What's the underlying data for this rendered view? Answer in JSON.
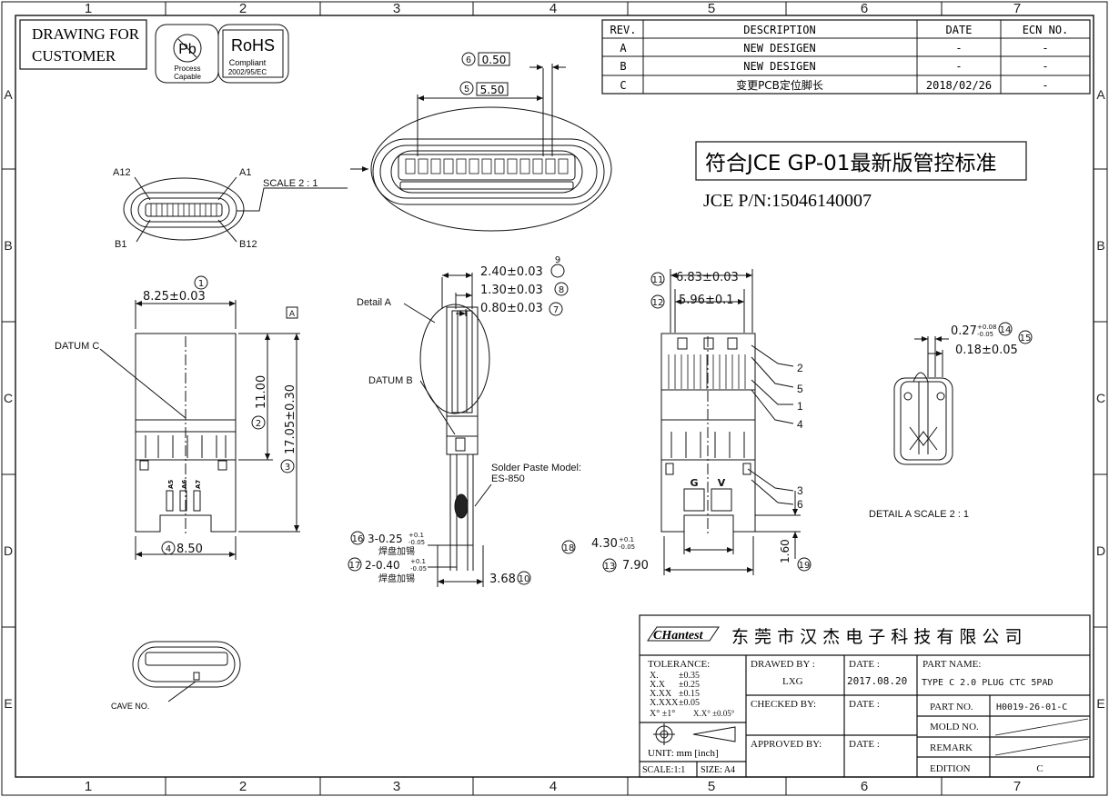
{
  "frame": {
    "cols_top": [
      "1",
      "2",
      "3",
      "4",
      "5",
      "6",
      "7"
    ],
    "cols_bottom": [
      "1",
      "2",
      "3",
      "4",
      "5",
      "6",
      "7"
    ],
    "rows": [
      "A",
      "B",
      "C",
      "D",
      "E"
    ]
  },
  "stamp": "DRAWING FOR\nCUSTOMER",
  "pb_logo": {
    "symbol": "Pb",
    "line1": "Process",
    "line2": "Capable"
  },
  "rohs_logo": {
    "title": "RoHS",
    "line1": "Compliant",
    "line2": "2002/95/EC"
  },
  "revision_table": {
    "headers": [
      "REV.",
      "DESCRIPTION",
      "DATE",
      "ECN NO."
    ],
    "rows": [
      [
        "A",
        "NEW DESIGEN",
        "-",
        "-"
      ],
      [
        "B",
        "NEW DESIGEN",
        "-",
        "-"
      ],
      [
        "C",
        "变更PCB定位脚长",
        "2018/02/26",
        "-"
      ]
    ]
  },
  "standard_note": "符合JCE GP-01最新版管控标准",
  "part_number_note": "JCE P/N:15046140007",
  "front_view": {
    "pin_labels": [
      "A12",
      "A1",
      "B1",
      "B12"
    ],
    "scale_label": "SCALE 2 : 1",
    "dim5": "5.50",
    "dim6": "0.50",
    "bubble5": "5",
    "bubble6": "6"
  },
  "top_view": {
    "datum_c": "DATUM C",
    "dim1": "8.25±0.03",
    "dim2": "11.00",
    "dim3": "17.05±0.30",
    "dim4": "8.50",
    "bubbles": [
      "1",
      "2",
      "3",
      "4"
    ],
    "datum_a": "A",
    "pin_marks": [
      "A5",
      "A6",
      "A7"
    ]
  },
  "side_view": {
    "detail_a": "Detail A",
    "datum_b": "DATUM B",
    "dim7": "0.80±0.03",
    "dim8": "1.30±0.03",
    "dim9": "2.40±0.03",
    "solder_paste_1": "Solder Paste Model:",
    "solder_paste_2": "ES-850",
    "dim10": "3.68",
    "dim16": "3-0.25",
    "dim16_tol_up": "+0.1",
    "dim16_tol_dn": "-0.05",
    "dim16_note": "焊盘加锡",
    "dim17": "2-0.40",
    "dim17_tol_up": "+0.1",
    "dim17_tol_dn": "-0.05",
    "dim17_note": "焊盘加锡",
    "bubbles": [
      "7",
      "8",
      "9",
      "10",
      "16",
      "17"
    ]
  },
  "bottom_view": {
    "dim11": "6.83±0.03",
    "dim12": "5.96±0.1",
    "dim13": "7.90",
    "dim18": "4.30",
    "dim18_tol_up": "+0.1",
    "dim18_tol_dn": "-0.05",
    "dim19": "1.60",
    "pad_g": "G",
    "pad_v": "V",
    "callouts": [
      "2",
      "5",
      "1",
      "4",
      "3",
      "6"
    ],
    "bubbles": [
      "11",
      "12",
      "13",
      "18",
      "19"
    ]
  },
  "detail_view": {
    "dim14": "0.27",
    "dim14_tol_up": "+0.08",
    "dim14_tol_dn": "-0.05",
    "dim15": "0.18±0.05",
    "label": "DETAIL A   SCALE 2 : 1",
    "bubbles": [
      "14",
      "15"
    ]
  },
  "cave_label": "CAVE NO.",
  "title_block": {
    "logo": "CHantest",
    "company": "东 莞 市 汉 杰 电 子 科 技 有 限 公 司",
    "tolerance_title": "TOLERANCE:",
    "tolerances": [
      [
        "X.",
        "±0.35"
      ],
      [
        "X.X",
        "±0.25"
      ],
      [
        "X.XX",
        "±0.15"
      ],
      [
        "X.XXX",
        "±0.05"
      ]
    ],
    "angle_tol_1": "X° ±1°",
    "angle_tol_2": "X.X° ±0.05°",
    "unit": "UNIT: mm [inch]",
    "scale": "SCALE:1:1",
    "size": "SIZE: A4",
    "drawn_by_label": "DRAWED BY :",
    "drawn_by": "LXG",
    "checked_by_label": "CHECKED BY:",
    "approved_by_label": "APPROVED BY:",
    "date_label": "DATE :",
    "drawn_date": "2017.08.20",
    "part_name_label": "PART NAME:",
    "part_name": "TYPE C 2.0 PLUG CTC 5PAD",
    "part_no_label": "PART NO.",
    "part_no": "H0019-26-01-C",
    "mold_no_label": "MOLD NO.",
    "remark_label": "REMARK",
    "edition_label": "EDITION",
    "edition": "C"
  }
}
